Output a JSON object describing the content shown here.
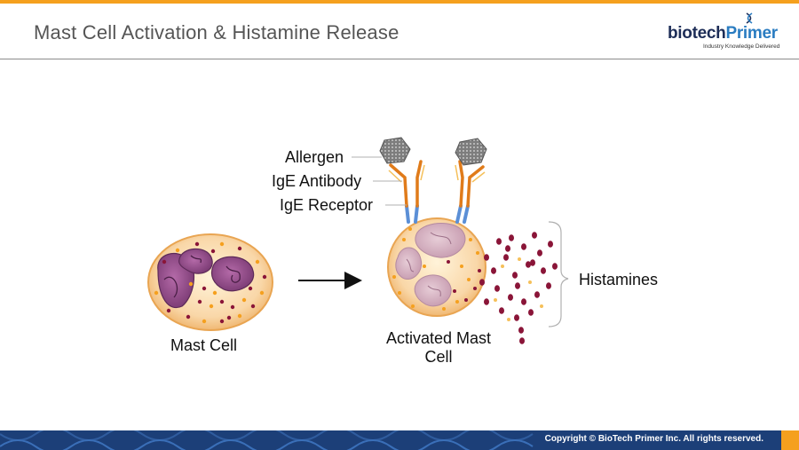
{
  "header": {
    "title": "Mast Cell Activation & Histamine Release"
  },
  "logo": {
    "brand_part1": "biotech",
    "brand_part2": "Primer",
    "tagline": "Industry Knowledge Delivered"
  },
  "diagram": {
    "labels": {
      "allergen": "Allergen",
      "ige_antibody": "IgE  Antibody",
      "ige_receptor": "IgE  Receptor",
      "histamines": "Histamines",
      "mast_cell": "Mast Cell",
      "activated_line1": "Activated Mast",
      "activated_line2": "Cell"
    }
  },
  "footer": {
    "copyright": "Copyright © BioTech Primer Inc. All rights reserved."
  },
  "colors": {
    "accent_orange": "#f5a01e",
    "footer_blue": "#1c3f78",
    "cell_fill": "#f9d7a8",
    "nucleus": "#8e4a86",
    "granule": "#8a1538",
    "receptor_blue": "#5b8fd6",
    "antibody_orange": "#e07b1a"
  }
}
